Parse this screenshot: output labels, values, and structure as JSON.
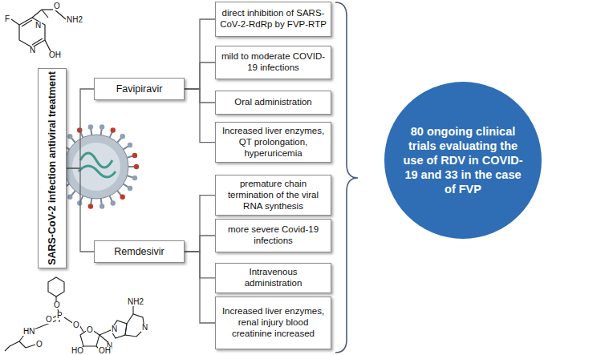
{
  "diagram": {
    "nodes": [
      {
        "text": [
          "SARS-CoV-2 infection antiviral treatment"
        ]
      },
      {
        "text": [
          "Favipiravir"
        ]
      },
      {
        "text": [
          "direct inhibition of SARS-CoV-2-RdRp by FVP-RTP"
        ]
      },
      {
        "text": [
          "mild to moderate COVID-19 infections"
        ]
      },
      {
        "text": [
          "Oral administration"
        ]
      },
      {
        "text": [
          "Increased liver enzymes, QT prolongation, hyperuricemia"
        ]
      },
      {
        "text": [
          "Remdesivir"
        ]
      },
      {
        "text": [
          "premature chain termination of the viral RNA synthesis"
        ]
      },
      {
        "text": [
          "more severe Covid-19 infections"
        ]
      },
      {
        "text": [
          "Intravenous administration"
        ]
      },
      {
        "text": [
          "Increased liver enzymes, renal injury blood creatinine increased"
        ]
      },
      {
        "text": [
          "80 ongoing clinical trials evaluating the use of RDV in COVID-19 and 33 in the case of FVP"
        ]
      }
    ],
    "edges": [
      {
        "from": 0,
        "to": 1,
        "arrow": "none"
      },
      {
        "from": 0,
        "to": 6,
        "arrow": "none"
      },
      {
        "from": 1,
        "to": 2,
        "arrow": "none"
      },
      {
        "from": 1,
        "to": 3,
        "arrow": "none"
      },
      {
        "from": 1,
        "to": 4,
        "arrow": "none"
      },
      {
        "from": 1,
        "to": 5,
        "arrow": "none"
      },
      {
        "from": 6,
        "to": 7,
        "arrow": "none"
      },
      {
        "from": 6,
        "to": 8,
        "arrow": "none"
      },
      {
        "from": 6,
        "to": 9,
        "arrow": "none"
      },
      {
        "from": 6,
        "to": 10,
        "arrow": "none"
      }
    ],
    "labels": [
      "F",
      "O",
      "NH2",
      "N",
      "N",
      "OH",
      "O",
      "P",
      "O",
      "HN",
      "O",
      "O",
      "O",
      "NH2",
      "N",
      "N",
      "N",
      "HO",
      "OH"
    ]
  }
}
